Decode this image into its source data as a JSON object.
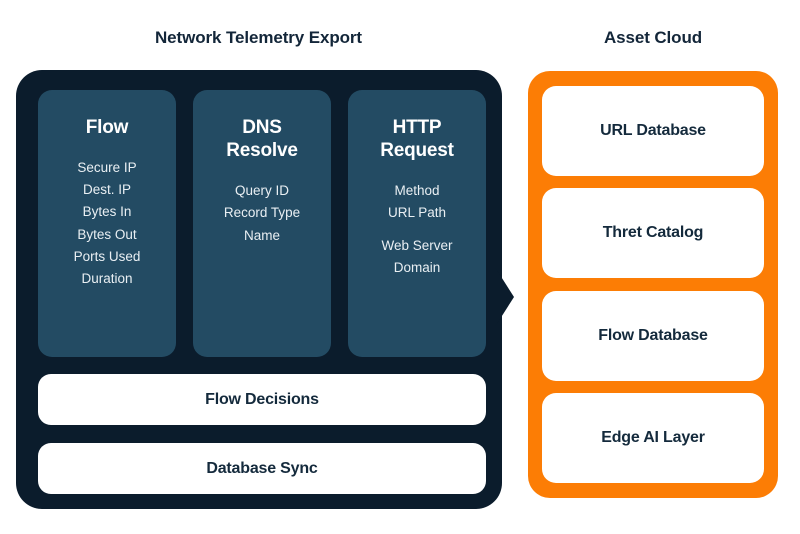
{
  "diagram": {
    "background_color": "#FFFFFF",
    "left_section": {
      "title": "Network Telemetry Export",
      "panel_color": "#0B1C2C",
      "card_color": "#234B63",
      "cards": [
        {
          "title": "Flow",
          "items": [
            "Secure IP",
            "Dest. IP",
            "Bytes In",
            "Bytes Out",
            "Ports Used",
            "Duration"
          ]
        },
        {
          "title": "DNS\nResolve",
          "items": [
            "Query ID",
            "Record Type",
            "Name"
          ]
        },
        {
          "title": "HTTP\nRequest",
          "items": [
            "Method",
            "URL Path",
            "Web Server\nDomain"
          ]
        }
      ],
      "bars": [
        {
          "label": "Flow Decisions"
        },
        {
          "label": "Database Sync"
        }
      ]
    },
    "right_section": {
      "title": "Asset Cloud",
      "panel_color": "#FC7D05",
      "cards": [
        {
          "label": "URL Database"
        },
        {
          "label": "Thret Catalog"
        },
        {
          "label": "Flow Database"
        },
        {
          "label": "Edge AI Layer"
        }
      ]
    }
  }
}
